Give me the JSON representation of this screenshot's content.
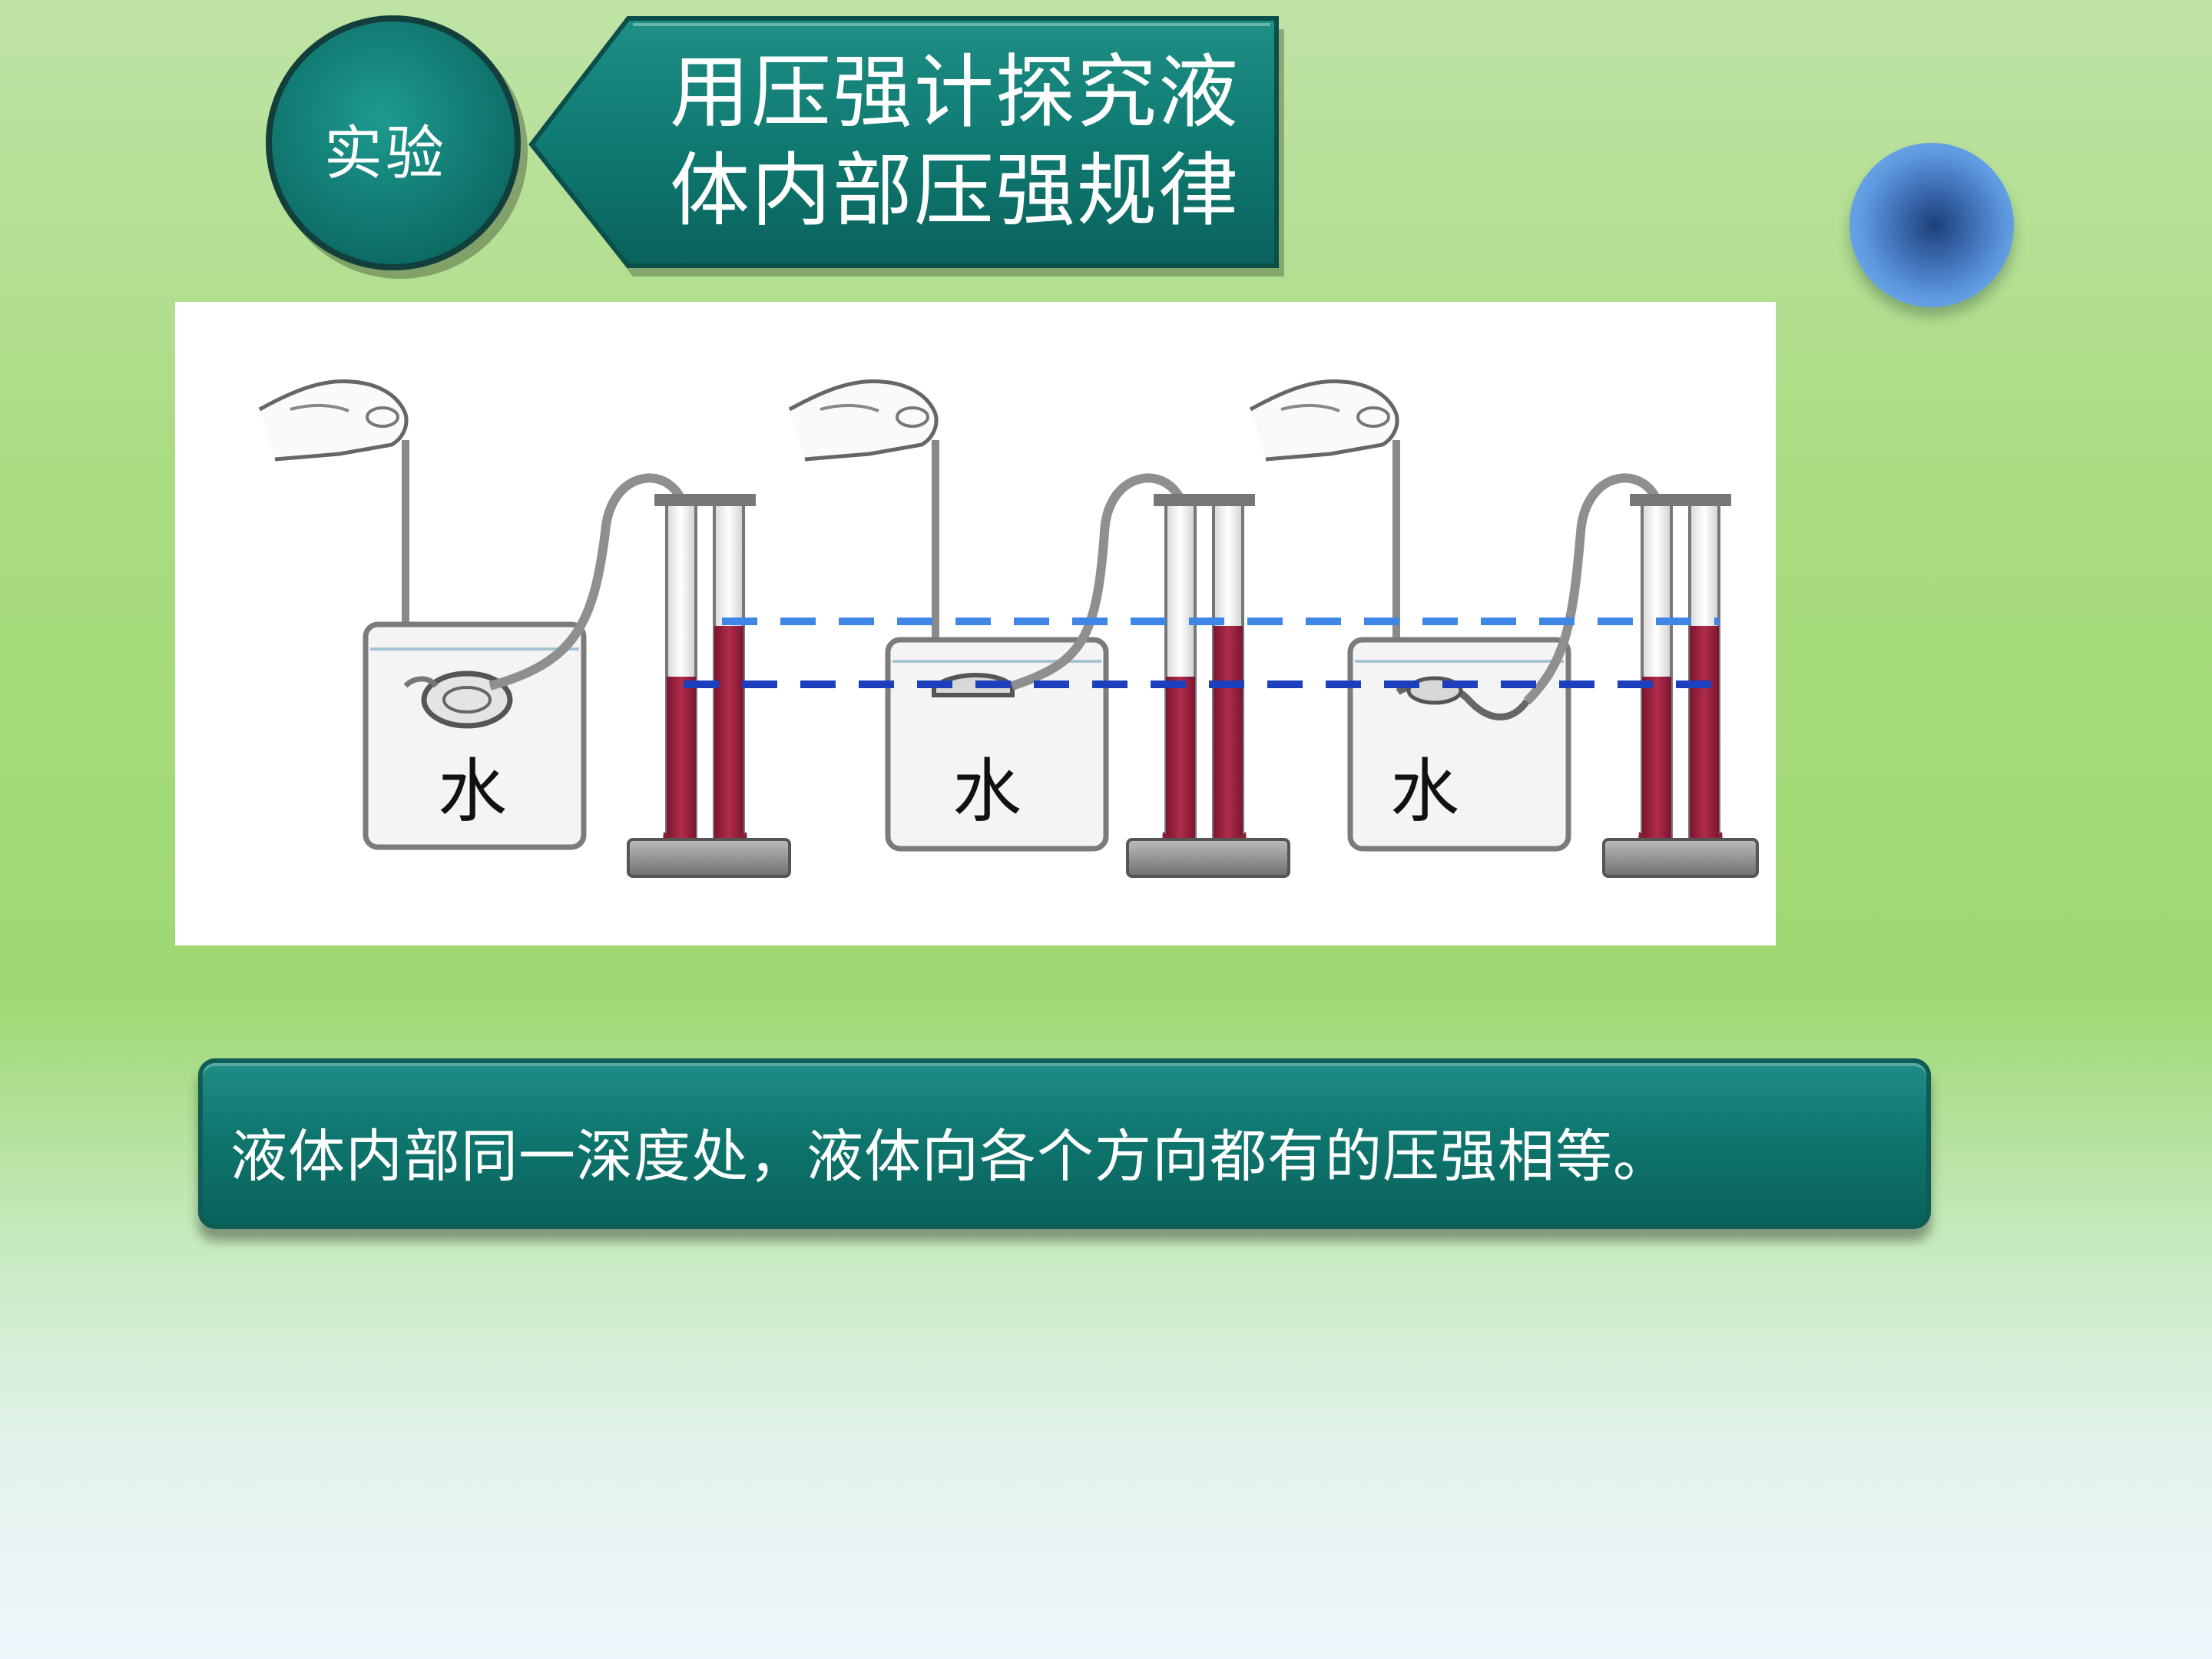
{
  "header": {
    "badge_label": "实验",
    "title_line1": "用压强计探究液",
    "title_line2": "体内部压强规律"
  },
  "figure": {
    "setups": [
      {
        "container_label": "水",
        "probe_orientation": "down"
      },
      {
        "container_label": "水",
        "probe_orientation": "up"
      },
      {
        "container_label": "水",
        "probe_orientation": "side"
      }
    ]
  },
  "conclusion": {
    "text": "液体内部同一深度处，液体向各个方向都有的压强相等。"
  },
  "colors": {
    "panel_teal": "#0e766e",
    "panel_border": "#0f5c56",
    "liquid": "#a0243f",
    "upper_dash": "#3f86e6",
    "lower_dash": "#1c3fbe",
    "orb": "#5f9ae0"
  }
}
